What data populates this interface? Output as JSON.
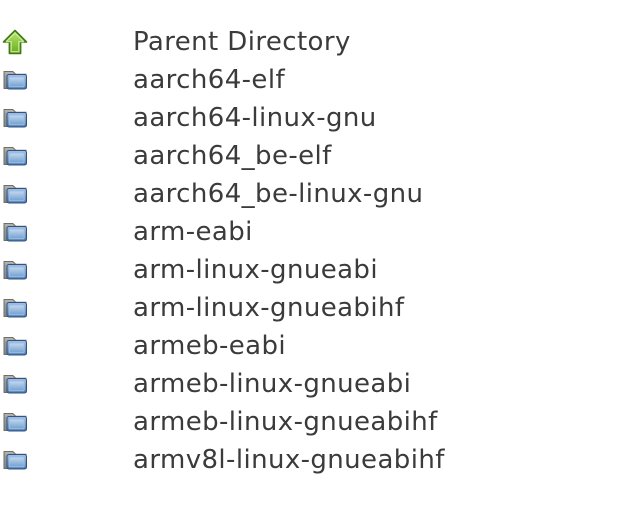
{
  "page": {
    "background": "#ffffff",
    "text_color": "#3b3b3b"
  },
  "listing": {
    "rows": [
      {
        "label": "Parent Directory",
        "icon": "up-arrow",
        "type": "parent"
      },
      {
        "label": "aarch64-elf",
        "icon": "folder",
        "type": "directory"
      },
      {
        "label": "aarch64-linux-gnu",
        "icon": "folder",
        "type": "directory"
      },
      {
        "label": "aarch64_be-elf",
        "icon": "folder",
        "type": "directory"
      },
      {
        "label": "aarch64_be-linux-gnu",
        "icon": "folder",
        "type": "directory"
      },
      {
        "label": "arm-eabi",
        "icon": "folder",
        "type": "directory"
      },
      {
        "label": "arm-linux-gnueabi",
        "icon": "folder",
        "type": "directory"
      },
      {
        "label": "arm-linux-gnueabihf",
        "icon": "folder",
        "type": "directory"
      },
      {
        "label": "armeb-eabi",
        "icon": "folder",
        "type": "directory"
      },
      {
        "label": "armeb-linux-gnueabi",
        "icon": "folder",
        "type": "directory"
      },
      {
        "label": "armeb-linux-gnueabihf",
        "icon": "folder",
        "type": "directory"
      },
      {
        "label": "armv8l-linux-gnueabihf",
        "icon": "folder",
        "type": "directory"
      }
    ]
  },
  "icons": {
    "up_arrow": {
      "fill_top": "#bce47a",
      "fill_bottom": "#68a824",
      "outline": "#3e7c10",
      "highlight": "#d8efae"
    },
    "folder": {
      "back_top": "#b9b9b5",
      "back_bottom": "#83837f",
      "back_outline": "#6e6e6a",
      "front_top": "#a6c0e2",
      "front_bottom": "#4a76ad",
      "front_outline": "#2e5483",
      "inner_top": "#c5d9ef",
      "inner_bottom": "#73a0d0",
      "inner_outline": "#9cbfe6"
    }
  }
}
